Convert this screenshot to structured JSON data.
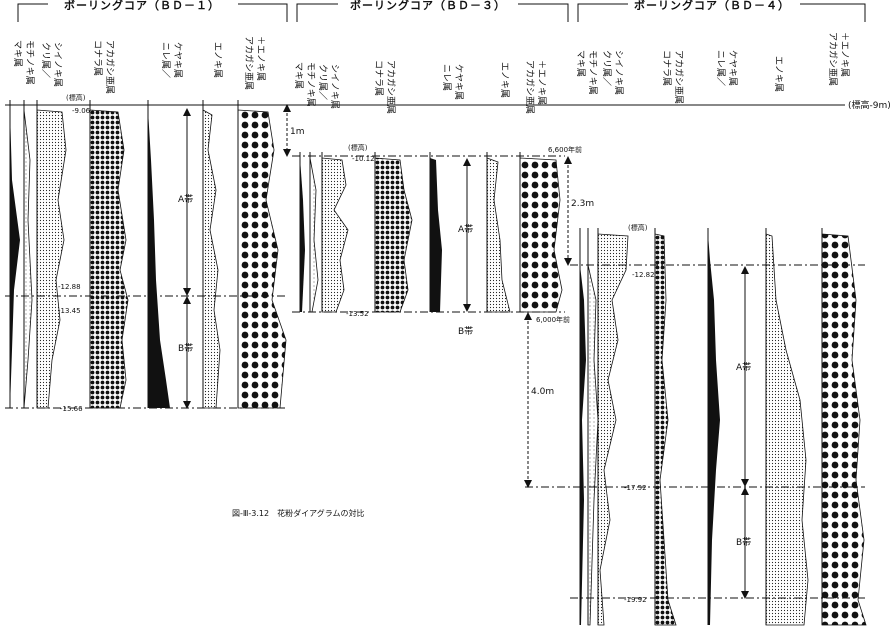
{
  "cores": [
    {
      "title": "ボーリングコア（ＢＤ－１）",
      "taxa": [
        "マキ属",
        "モチノキ属",
        "クリ属／",
        "シイノキ属",
        "コナラ属",
        "アカガシ亜属",
        "ニレ属／",
        "ケヤキ属",
        "エノキ属",
        "アカガシ亜属",
        "＋エノキ属"
      ],
      "depth_header": "(標高)",
      "depths": [
        "-9.06",
        "-12.88",
        "-13.45",
        "-15.66"
      ],
      "zones": [
        "A帯",
        "B帯"
      ]
    },
    {
      "title": "ボーリングコア（ＢＤ－３）",
      "taxa": [
        "マキ属",
        "モチノキ属",
        "クリ属／",
        "シイノキ属",
        "コナラ属",
        "アカガシ亜属",
        "ニレ属",
        "ケヤキ属",
        "エノキ属",
        "アカガシ亜属",
        "＋エノキ属"
      ],
      "depth_header": "(標高)",
      "depths": [
        "-10.12",
        "-13.52"
      ],
      "zones": [
        "A帯",
        "B帯"
      ],
      "ages": [
        "6,600年前",
        "6,000年前"
      ]
    },
    {
      "title": "ボーリングコア（ＢＤ－４）",
      "taxa": [
        "マキ属",
        "モチノキ属",
        "クリ属／",
        "シイノキ属",
        "コナラ属",
        "アカガシ亜属",
        "ニレ属／",
        "ケヤキ属",
        "エノキ属",
        "アカガシ亜属",
        "＋エノキ属"
      ],
      "depth_header": "(標高)",
      "depths": [
        "-12.82",
        "-17.52",
        "-19.92"
      ],
      "zones": [
        "A帯",
        "B帯"
      ]
    }
  ],
  "reference_level": "(標高-9m)",
  "offsets": [
    "1m",
    "2.3m",
    "4.0m"
  ],
  "caption": "図-Ⅲ-3.12　花粉ダイアグラムの対比",
  "colors": {
    "ink": "#111111",
    "paper": "#ffffff"
  }
}
